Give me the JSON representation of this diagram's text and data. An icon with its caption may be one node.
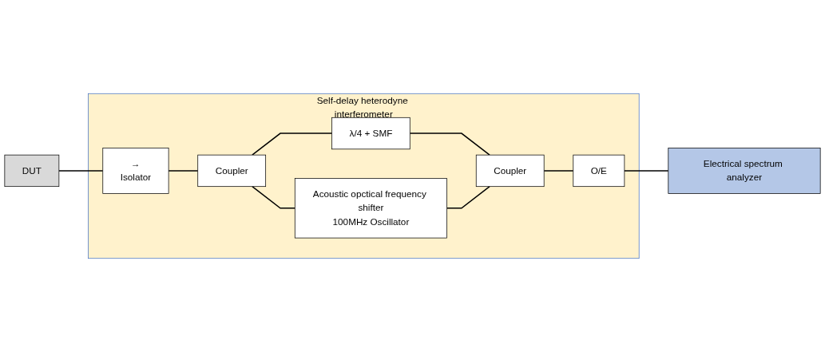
{
  "diagram": {
    "nodes": [
      {
        "text": [
          "DUT"
        ]
      },
      {
        "text": [
          "Self-delay heterodyne interferometer"
        ]
      },
      {
        "text": [
          "→",
          "Isolator"
        ],
        "in": 1
      },
      {
        "text": [
          "Coupler"
        ],
        "in": 1
      },
      {
        "text": [
          "λ/4 + SMF"
        ],
        "in": 1
      },
      {
        "text": [
          "Acoustic opctical frequency shifter",
          "100MHz Oscillator"
        ],
        "in": 1
      },
      {
        "text": [
          "Coupler"
        ],
        "in": 1
      },
      {
        "text": [
          "O/E"
        ],
        "in": 1
      },
      {
        "text": [
          "Electrical spectrum analyzer"
        ]
      }
    ],
    "edges": [
      {
        "from": 0,
        "to": 2,
        "arrow": "none"
      },
      {
        "from": 2,
        "to": 3,
        "arrow": "none"
      },
      {
        "from": 3,
        "to": 4,
        "arrow": "none"
      },
      {
        "from": 3,
        "to": 5,
        "arrow": "none"
      },
      {
        "from": 4,
        "to": 6,
        "arrow": "none"
      },
      {
        "from": 5,
        "to": 6,
        "arrow": "none"
      },
      {
        "from": 6,
        "to": 7,
        "arrow": "none"
      },
      {
        "from": 7,
        "to": 8,
        "arrow": "none"
      }
    ]
  }
}
